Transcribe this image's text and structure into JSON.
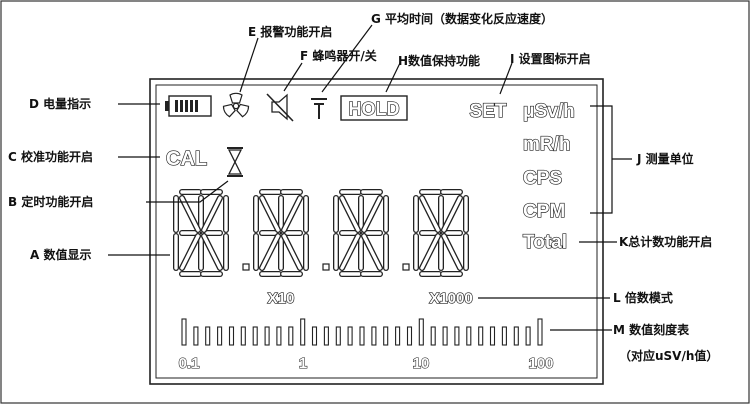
{
  "labels": {
    "A": "A  数值显示",
    "B": "B  定时功能开启",
    "C": "C  校准功能开启",
    "D": "D  电量指示",
    "E": "E  报警功能开启",
    "F": "F  蜂鸣器开/关",
    "G": "G  平均时间（数据变化反应速度）",
    "H": "H数值保持功能",
    "I": "I  设置图标开启",
    "J": "J  测量单位",
    "K": "K总计数功能开启",
    "L": "L  倍数模式",
    "M": "M  数值刻度表",
    "M_sub": "（对应uSV/h值）"
  },
  "lcd": {
    "hold": "HOLD",
    "set": "SET",
    "cal": "CAL",
    "units": [
      "μSv/h",
      "mR/h",
      "CPS",
      "CPM",
      "Total"
    ],
    "x10": "X10",
    "x1000": "X1000",
    "scale_labels": [
      "0.1",
      "1",
      "10",
      "100"
    ]
  },
  "icons": {
    "battery": "battery-icon",
    "radiation": "radiation-icon",
    "mute": "speaker-mute-icon",
    "average": "average-time-icon",
    "hourglass": "hourglass-icon",
    "digits": "sixteen-segment-digit"
  }
}
